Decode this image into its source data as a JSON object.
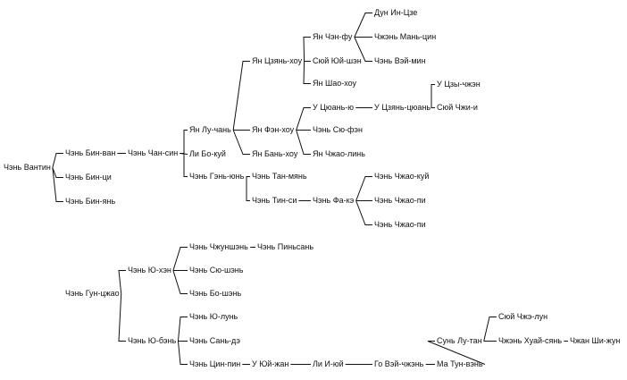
{
  "people": {
    "p1": "Чэнь Вантин",
    "p2": "Чэнь Бин-ван",
    "p3": "Чэнь Бин-ци",
    "p4": "Чэнь Бин-янь",
    "p5": "Чэнь Чан-син",
    "p6": "Ян Лу-чань",
    "p7": "Ли Бо-куй",
    "p8": "Чэнь Гэнь-юнь",
    "p9": "Ян Цзянь-хоу",
    "p10": "Ян Фэн-хоу",
    "p11": "Ян Бань-хоу",
    "p12": "Ян Чэн-фу",
    "p13": "Сюй Юй-шэн",
    "p14": "Ян Шао-хоу",
    "p15": "Дун Ин-Цзе",
    "p16": "Чжэнь Мань-цин",
    "p17": "Чэнь Вэй-мин",
    "p18": "У Цюань-ю",
    "p19": "Чэнь Сю-фэн",
    "p20": "Ян Чжао-линь",
    "p21": "У Цзянь-цюань",
    "p22": "У Цзы-чжэн",
    "p23": "Сюй Чжи-и",
    "p24": "Чэнь Тан-мянь",
    "p25": "Чэнь Тин-си",
    "p26": "Чэнь Фа-кэ",
    "p27": "Чэнь Чжао-куй",
    "p28": "Чэнь Чжао-пи",
    "p29": "Чэнь Чжао-пи",
    "p30": "Чэнь Гун-цжао",
    "p31": "Чэнь Ю-хэн",
    "p32": "Чэнь Ю-бэнь",
    "p33": "Чэнь Чжуншэнь",
    "p34": "Чэнь Пиньсань",
    "p35": "Чэнь Сю-шэнь",
    "p36": "Чэнь Бо-шэнь",
    "p37": "Чэнь Ю-лунь",
    "p38": "Чэнь Сань-дэ",
    "p39": "Чэнь Цин-пин",
    "p40": "У Юй-жан",
    "p41": "Ли И-юй",
    "p42": "Го Вэй-чжэнь",
    "p43": "Ма Тун-вэнь",
    "p44": "Сунь Лу-тан",
    "p45": "Сюй Чжэ-лун",
    "p46": "Чжэнь Хуай-сянь",
    "p47": "Чжан Ши-жун"
  }
}
